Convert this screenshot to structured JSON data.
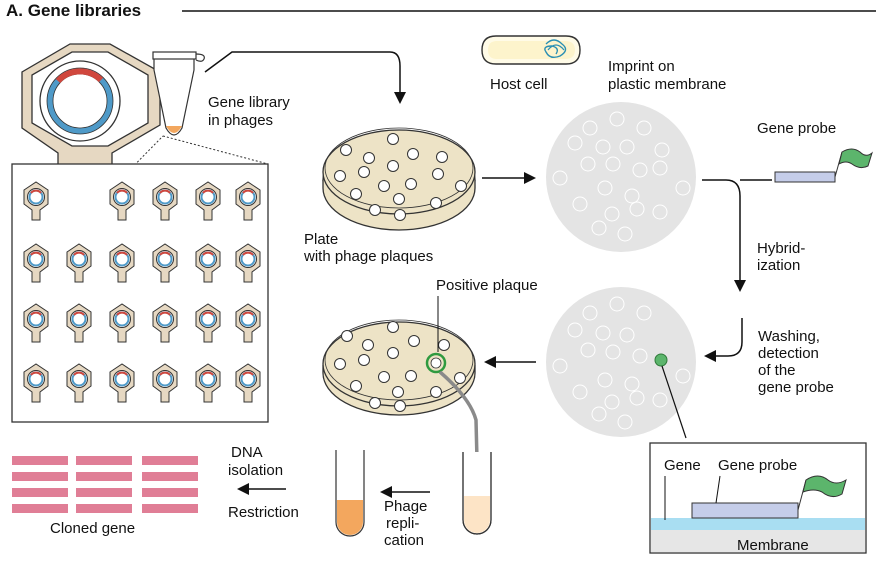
{
  "title": "A. Gene libraries",
  "labels": {
    "host_cell": "Host cell",
    "imprint_l1": "Imprint on",
    "imprint_l2": "plastic membrane",
    "gene_library_l1": "Gene library",
    "gene_library_l2": "in phages",
    "gene_probe_top": "Gene probe",
    "plate_l1": "Plate",
    "plate_l2": "with phage plaques",
    "hybrid_l1": "Hybrid-",
    "hybrid_l2": "ization",
    "positive_plaque": "Positive plaque",
    "washing_l1": "Washing,",
    "washing_l2": "detection",
    "washing_l3": "of the",
    "washing_l4": "gene probe",
    "dna_l1": "DNA",
    "dna_l2": "isolation",
    "restriction": "Restriction",
    "phage_l1": "Phage",
    "phage_l2": "repli-",
    "phage_l3": "cation",
    "cloned_gene": "Cloned gene",
    "gene": "Gene",
    "gene_probe_detail": "Gene probe",
    "membrane": "Membrane"
  },
  "colors": {
    "agar": "#ede3c6",
    "membrane": "#e4e4e4",
    "phage_tan": "#e6d8c2",
    "probe_blue": "#c5cde9",
    "flag_green": "#5cb56c",
    "positive_green": "#2f9a3f",
    "cloned_pink": "#e07e96",
    "orange": "#f3a75e",
    "dna_blue": "#4f9ac8",
    "dna_red": "#d0473d"
  }
}
